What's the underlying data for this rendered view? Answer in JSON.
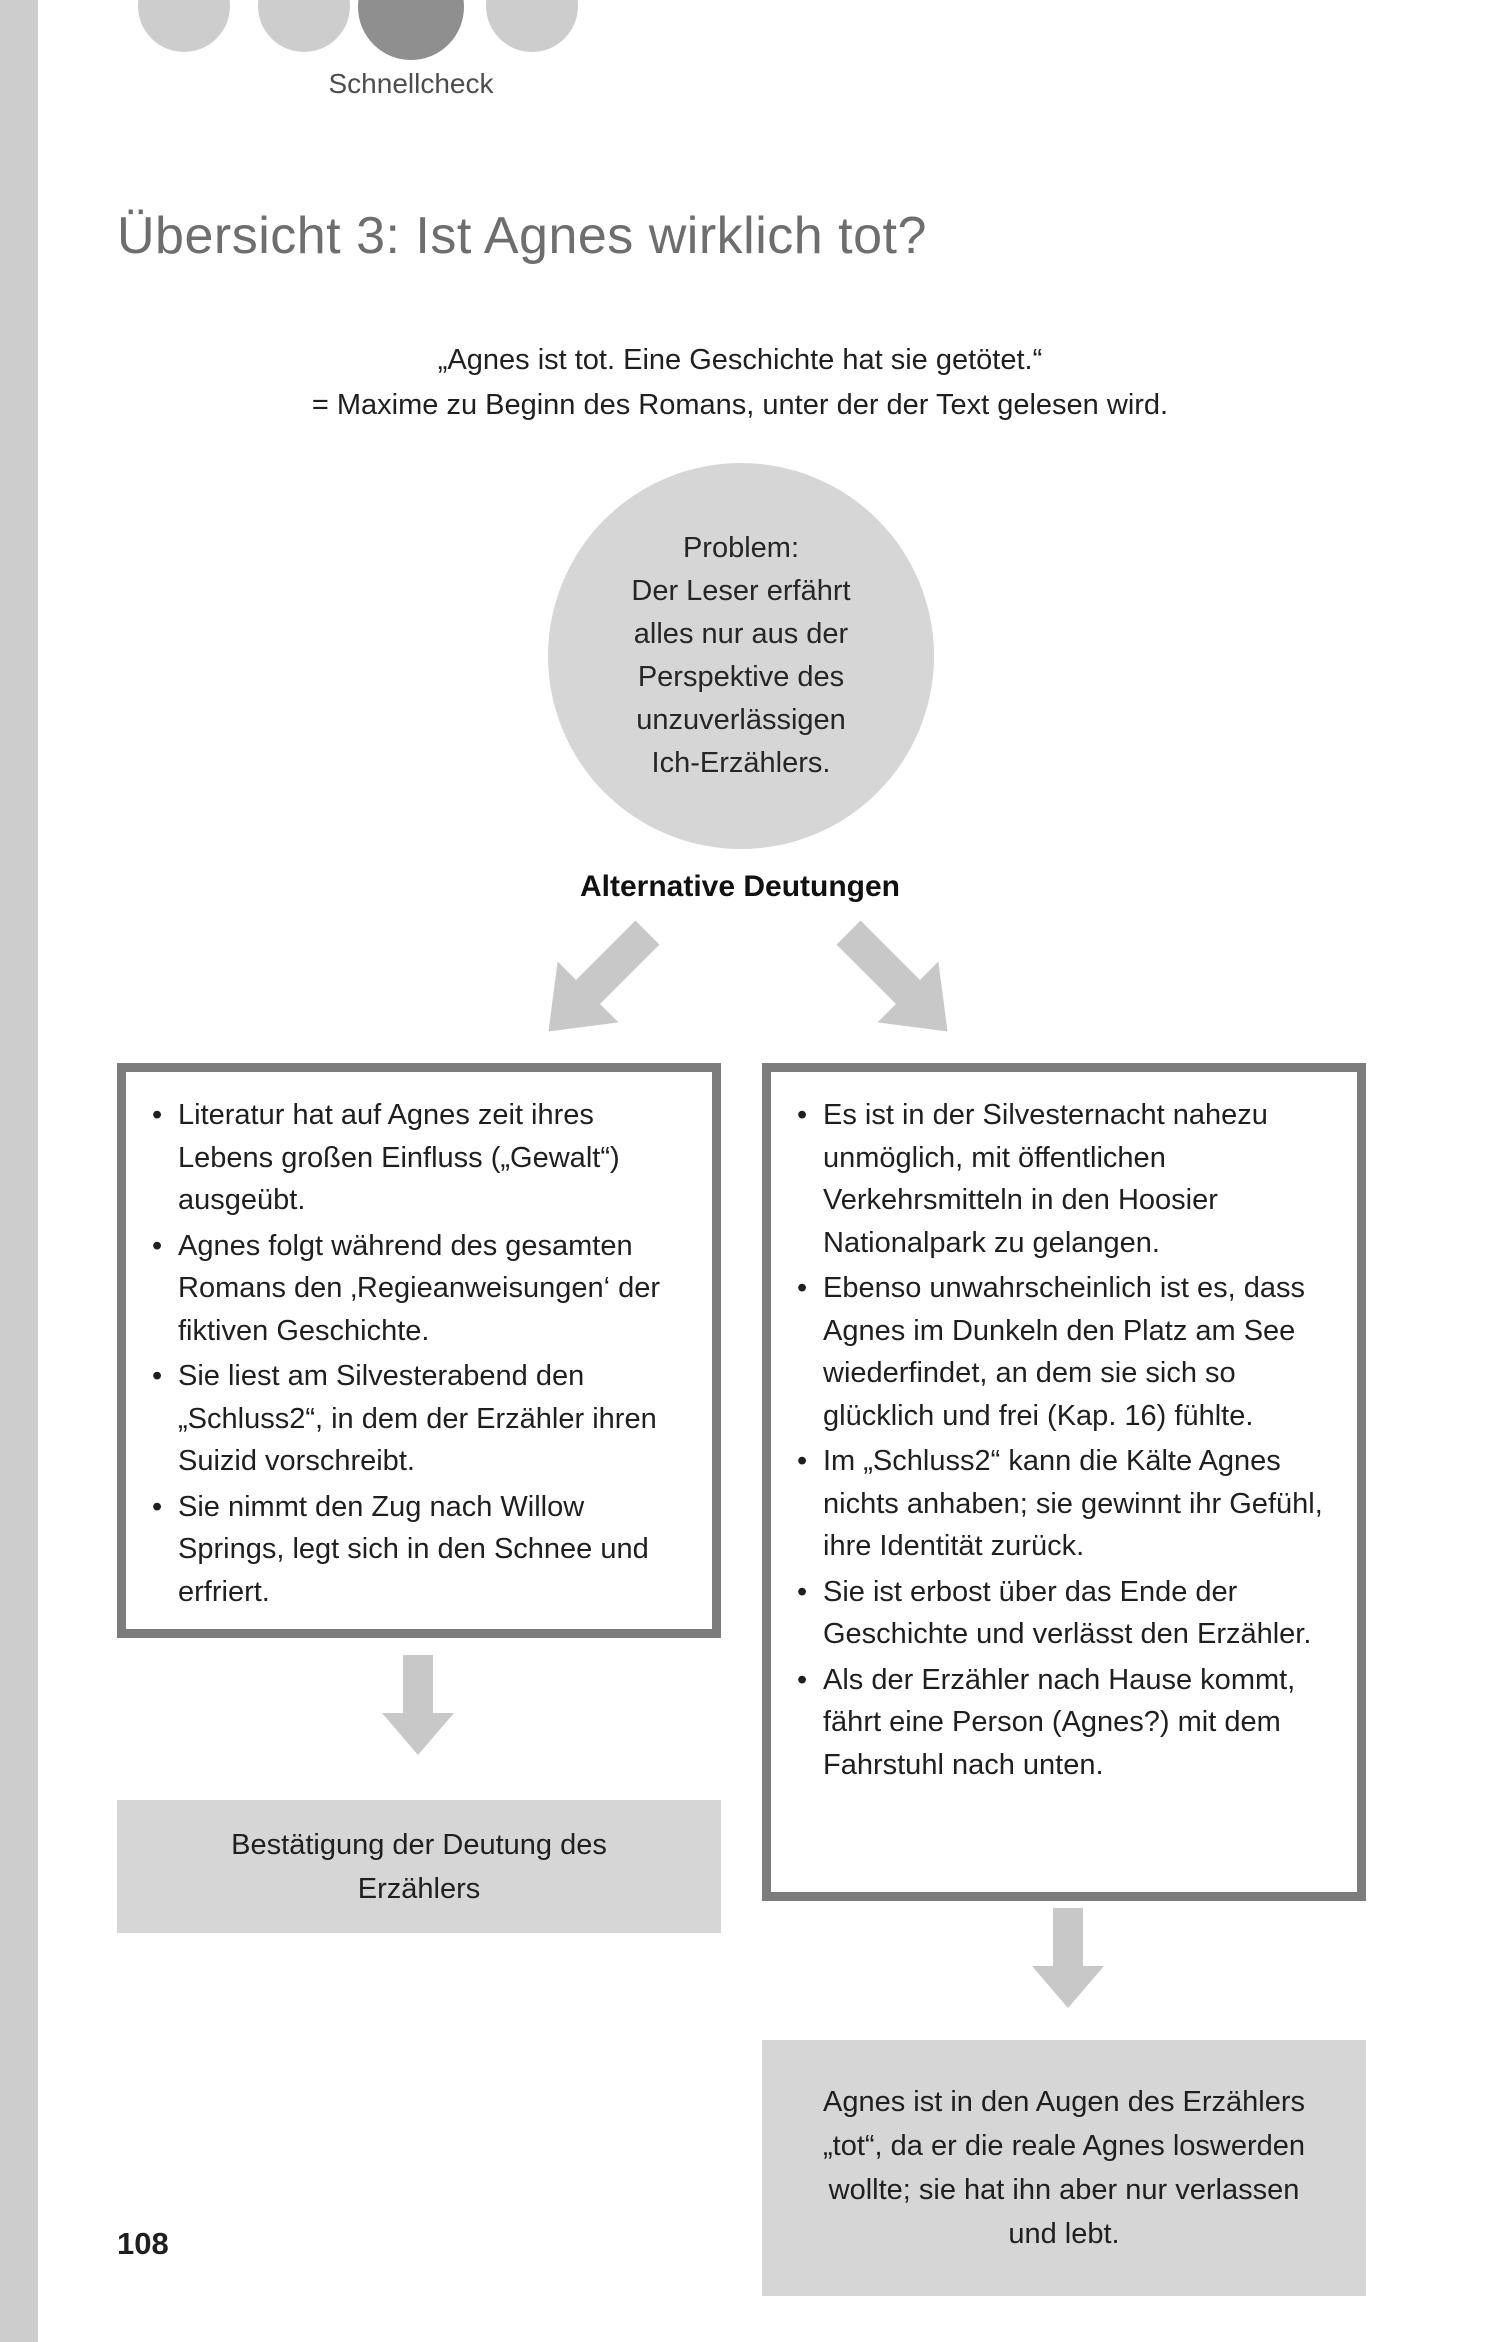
{
  "header": {
    "tab_label": "Schnellcheck"
  },
  "title": "Übersicht 3: Ist Agnes wirklich tot?",
  "maxim": {
    "line1": "„Agnes ist tot. Eine Geschichte hat sie getötet.“",
    "line2": "= Maxime zu Beginn des Romans, unter der der Text gelesen wird."
  },
  "problem_circle": {
    "lines": [
      "Problem:",
      "Der Leser erfährt",
      "alles nur aus der",
      "Perspektive des",
      "unzuverlässigen",
      "Ich-Erzählers."
    ]
  },
  "alternatives_label": "Alternative Deutungen",
  "left_box": {
    "items": [
      "Literatur hat auf Agnes zeit ihres Lebens großen Einfluss („Gewalt“) ausgeübt.",
      "Agnes folgt während des gesamten Romans den ‚Regieanweisungen‘ der fiktiven Geschichte.",
      "Sie liest am Silvesterabend den „Schluss2“, in dem der Erzähler ihren Suizid vorschreibt.",
      "Sie nimmt den Zug nach Willow Springs, legt sich in den Schnee und erfriert."
    ]
  },
  "right_box": {
    "items": [
      "Es ist in der Silvesternacht nahezu unmöglich, mit öffentlichen Verkehrsmitteln in den Hoosier Nationalpark zu gelangen.",
      "Ebenso unwahrscheinlich ist es, dass Agnes im Dunkeln den Platz am See wiederfindet, an dem sie sich so glücklich und frei (Kap. 16) fühlte.",
      "Im „Schluss2“ kann die Kälte Agnes nichts anhaben; sie gewinnt ihr Gefühl, ihre Identität zurück.",
      "Sie ist erbost über das Ende der Geschichte und verlässt den Erzähler.",
      "Als der Erzähler nach Hause kommt, fährt eine Person (Agnes?) mit dem Fahrstuhl nach unten."
    ]
  },
  "left_result": "Bestätigung der Deutung des Erzählers",
  "right_result": "Agnes ist in den Augen des Erzählers „tot“, da er die reale Agnes loswerden wollte; sie hat ihn aber nur verlassen und lebt.",
  "page_number": "108",
  "colors": {
    "light_gray": "#cdcdcd",
    "box_fill": "#d6d6d6",
    "active_dot": "#8f8f8f",
    "box_border": "#7c7c7c",
    "heading_gray": "#6e6e6e",
    "arrow_gray": "#c8c8c8",
    "text": "#1f1f1f"
  }
}
